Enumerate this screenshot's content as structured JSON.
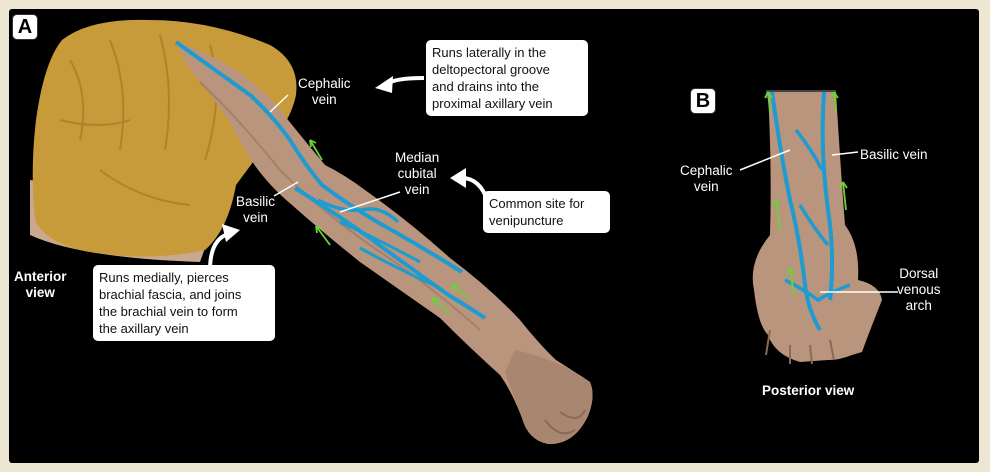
{
  "panel_a": {
    "badge": "A",
    "view_label": "Anterior\nview",
    "labels": {
      "cephalic_vein": "Cephalic\nvein",
      "median_cubital_vein": "Median\ncubital\nvein",
      "basilic_vein": "Basilic\nvein"
    },
    "notes": {
      "cephalic": "Runs laterally in the\ndeltopectoral groove\nand drains into the\nproximal axillary vein",
      "venipuncture": "Common site for\nvenipuncture",
      "basilic": "Runs medially, pierces\nbrachial fascia, and joins\nthe brachial vein to form\nthe axillary vein"
    }
  },
  "panel_b": {
    "badge": "B",
    "view_label": "Posterior view",
    "labels": {
      "cephalic_vein": "Cephalic\nvein",
      "basilic_vein": "Basilic vein",
      "dorsal_venous_arch": "Dorsal\nvenous\narch"
    }
  },
  "colors": {
    "background": "#ece6d2",
    "panel": "#000000",
    "vein": "#1e9bd0",
    "flow_arrow": "#6fcf3c"
  }
}
